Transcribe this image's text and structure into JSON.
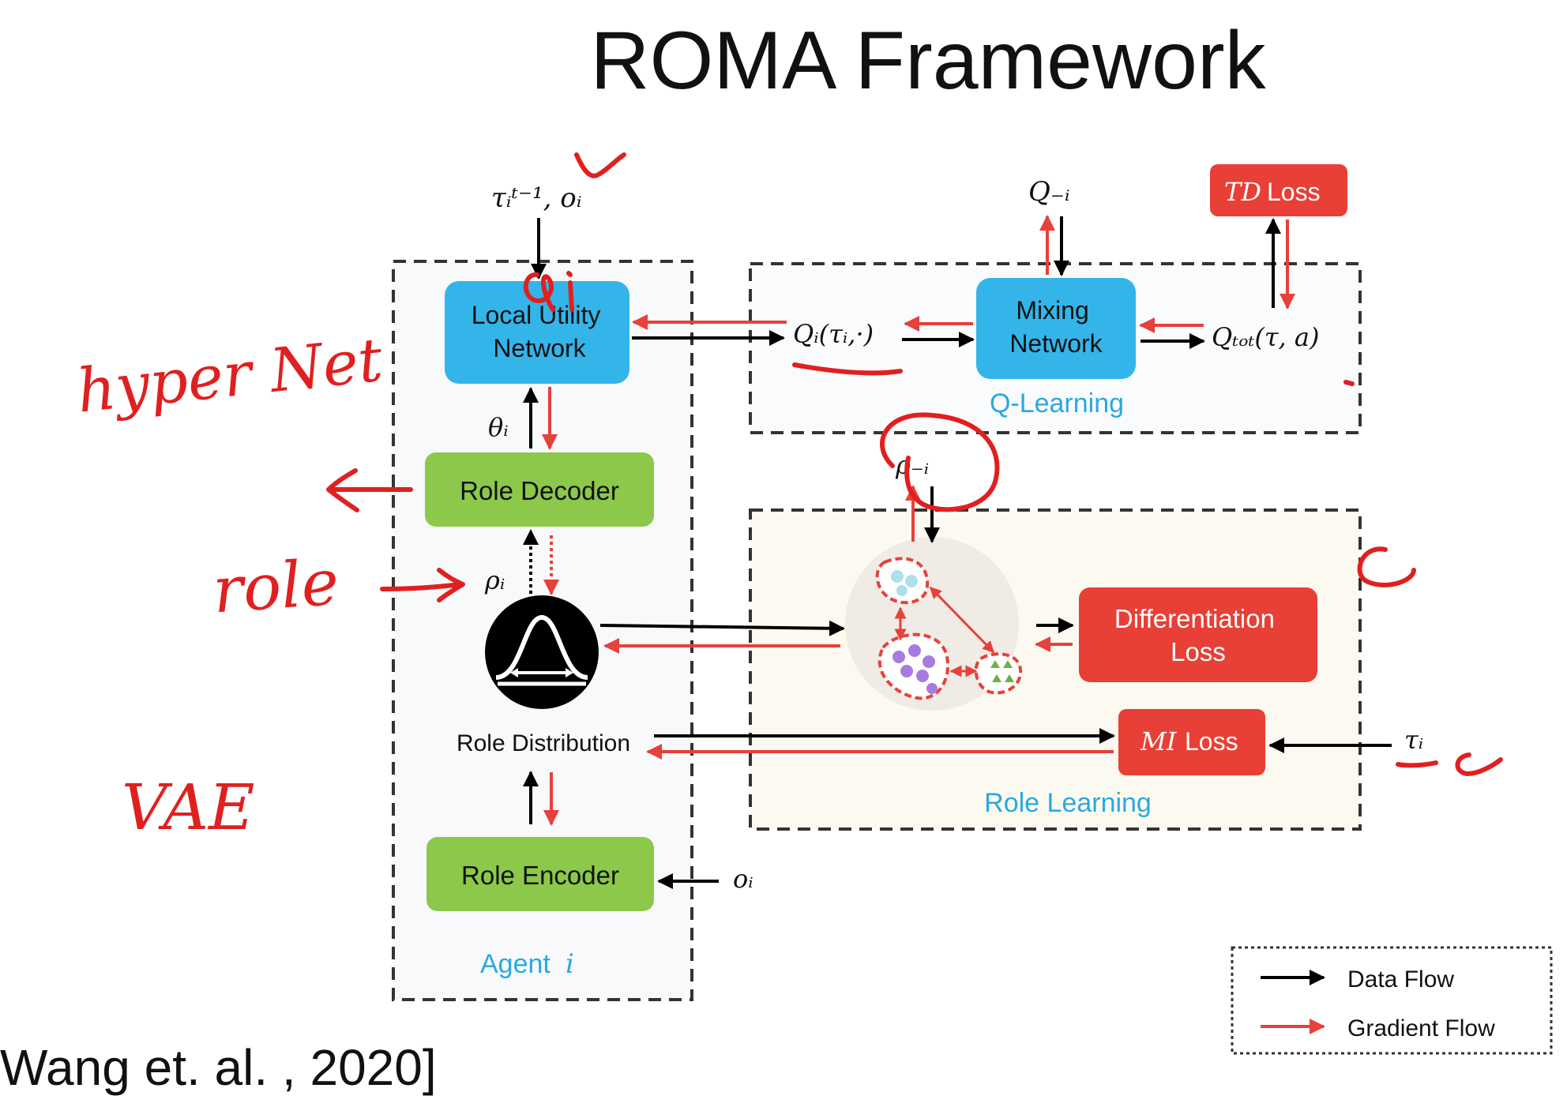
{
  "title": "ROMA Framework",
  "citation": "Wang et. al. , 2020]",
  "nodes": {
    "local_utility": "Local Utility Network",
    "local_utility_line1": "Local Utility",
    "local_utility_line2": "Network",
    "role_decoder": "Role Decoder",
    "role_encoder": "Role Encoder",
    "role_distribution": "Role Distribution",
    "mixing_line1": "Mixing",
    "mixing_line2": "Network",
    "td_loss_var": "TD",
    "td_loss_word": "Loss",
    "diff_line1": "Differentiation",
    "diff_line2": "Loss",
    "mi_loss_var": "MI",
    "mi_loss_word": "Loss"
  },
  "groups": {
    "agent_label": "Agent",
    "agent_index": "i",
    "q_learning": "Q-Learning",
    "role_learning": "Role Learning"
  },
  "symbols": {
    "tau_o_input": "τᵢᵗ⁻¹, oᵢ",
    "q_minus_i": "Q₋ᵢ",
    "q_i": "Qᵢ(τᵢ,·)",
    "q_tot": "Qₜₒₜ(τ, a)",
    "theta_i": "θᵢ",
    "rho_i": "ρᵢ",
    "rho_minus_i": "ρ₋ᵢ",
    "tau_i": "τᵢ",
    "o_i": "oᵢ"
  },
  "legend": {
    "data_flow": "Data Flow",
    "gradient_flow": "Gradient Flow"
  },
  "annotations": {
    "hyper_net": "hyper Net",
    "role": "role",
    "vae": "VAE",
    "q_i_mark": "Qi"
  },
  "colors": {
    "blue_box": "#33b5ea",
    "green_box": "#8cc84a",
    "red_box": "#e83f36",
    "group_label_blue": "#2aa8e0",
    "gradient": "#e8403a",
    "data": "#000000",
    "role_panel": "#fcfaf0"
  }
}
